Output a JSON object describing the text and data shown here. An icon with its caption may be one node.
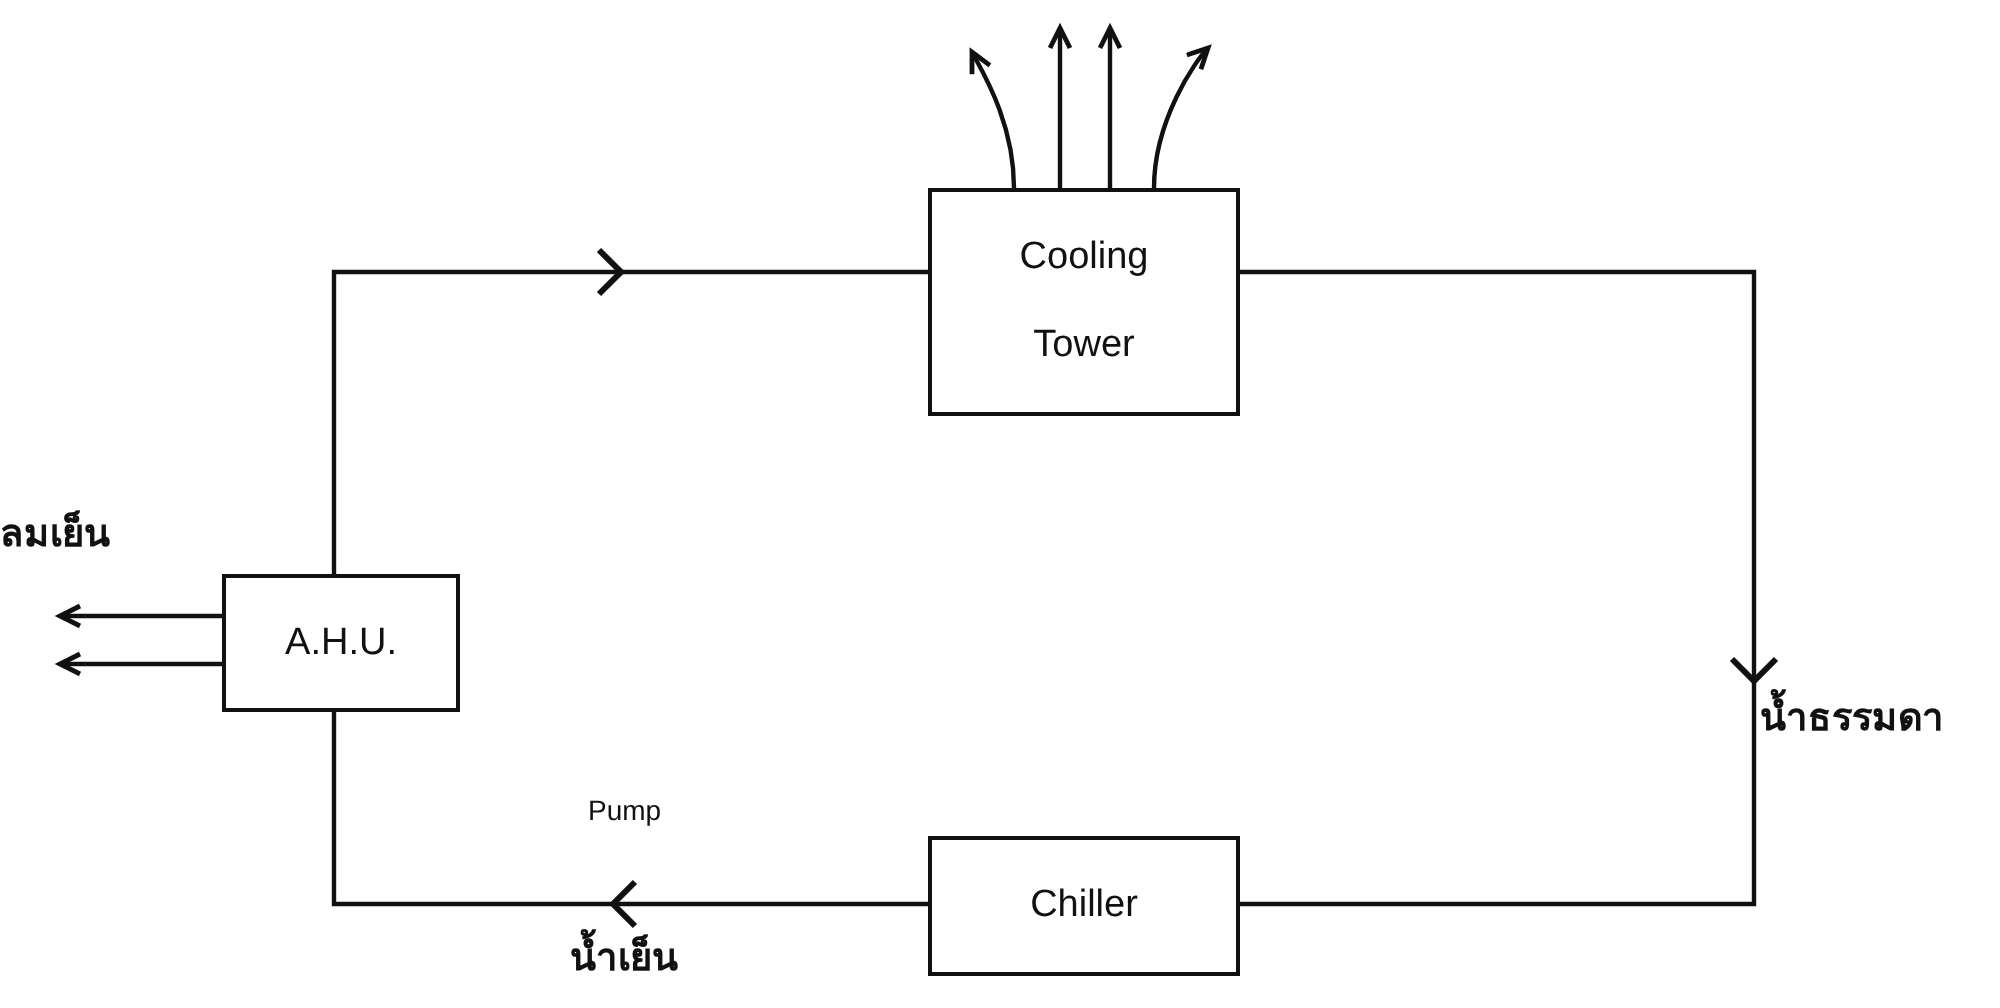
{
  "diagram": {
    "nodes": [
      {
        "text": [
          "Cooling Tower"
        ]
      },
      {
        "text": [
          "A.H.U."
        ]
      },
      {
        "text": [
          "Chiller"
        ]
      }
    ],
    "edges": [
      {
        "from": 1,
        "to": 0,
        "arrow": "to"
      },
      {
        "from": 0,
        "to": 2,
        "arrow": "to",
        "label": "น้ำธรรมดา"
      },
      {
        "from": 2,
        "to": 1,
        "arrow": "to",
        "label": "น้ำเย็น"
      },
      {
        "from": 0,
        "to": null,
        "arrow": "to"
      },
      {
        "from": 0,
        "to": null,
        "arrow": "to"
      },
      {
        "from": 0,
        "to": null,
        "arrow": "to"
      },
      {
        "from": 0,
        "to": null,
        "arrow": "to"
      },
      {
        "from": 1,
        "to": null,
        "arrow": "to"
      },
      {
        "from": 1,
        "to": null,
        "arrow": "to"
      }
    ],
    "labels": [
      "ลมเย็น",
      "Pump"
    ]
  }
}
